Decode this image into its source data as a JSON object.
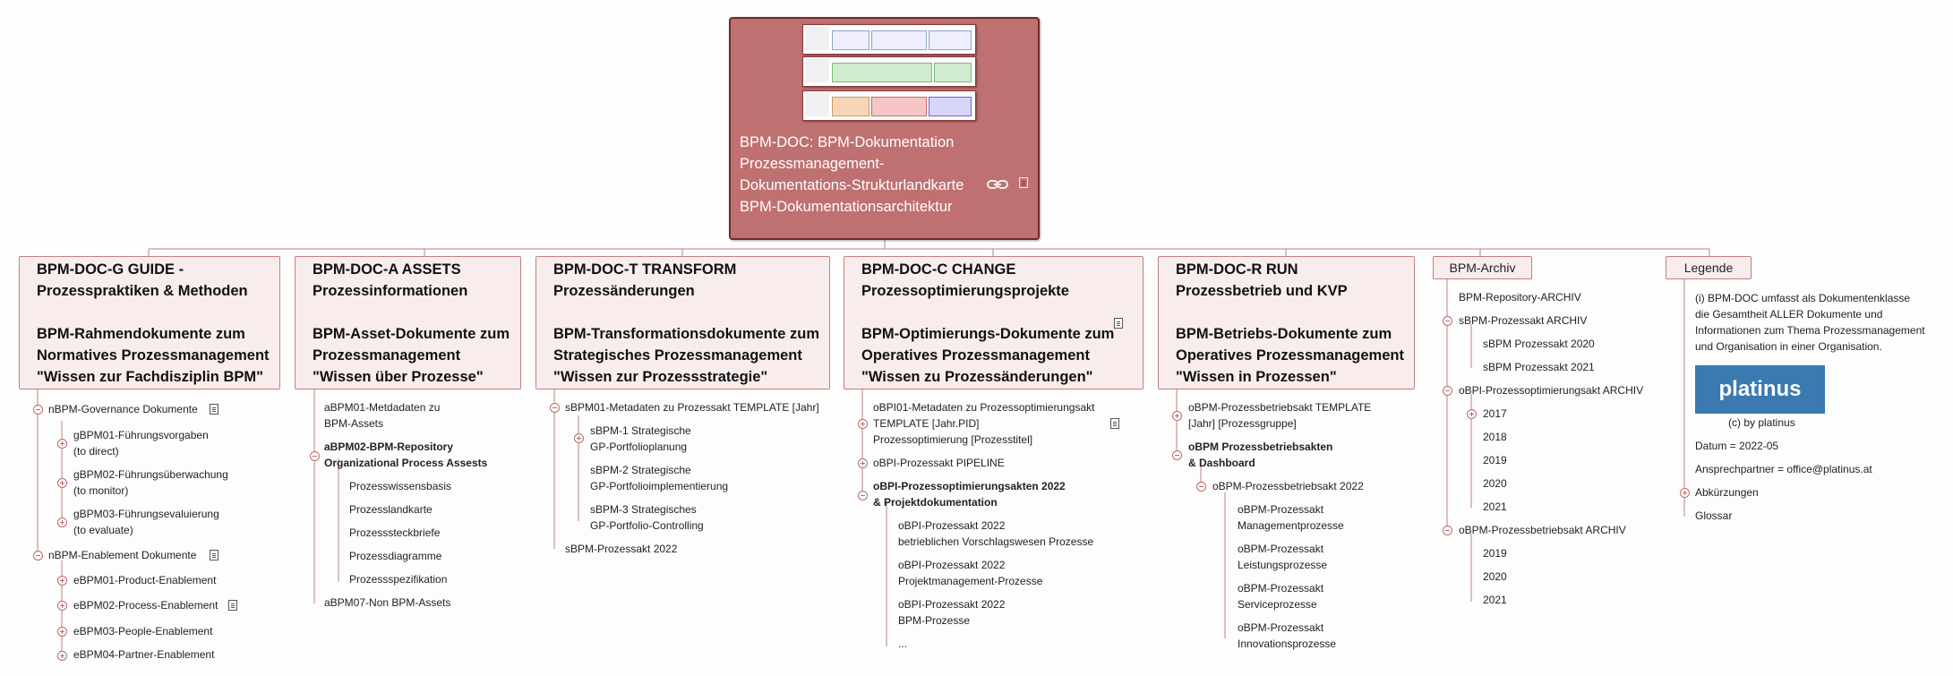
{
  "root": {
    "title_lines": [
      "BPM-DOC: BPM-Dokumentation",
      "Prozessmanagement-",
      "Dokumentations-Strukturlandkarte",
      "BPM-Dokumentationsarchitektur"
    ],
    "icons": [
      "link-icon",
      "note-icon"
    ]
  },
  "columns": {
    "guide": {
      "header": [
        "BPM-DOC-G GUIDE -",
        "Prozesspraktiken & Methoden",
        "",
        "BPM-Rahmendokumente zum",
        "Normatives Prozessmanagement",
        "\"Wissen zur Fachdisziplin BPM\""
      ],
      "items": [
        "nBPM-Governance Dokumente",
        "gBPM01-Führungsvorgaben",
        "(to direct)",
        "gBPM02-Führungsüberwachung",
        "(to monitor)",
        "gBPM03-Führungsevaluierung",
        "(to evaluate)",
        "nBPM-Enablement Dokumente",
        "eBPM01-Product-Enablement",
        "eBPM02-Process-Enablement",
        "eBPM03-People-Enablement",
        "eBPM04-Partner-Enablement"
      ]
    },
    "assets": {
      "header": [
        "BPM-DOC-A ASSETS",
        "Prozessinformationen",
        "",
        "BPM-Asset-Dokumente zum",
        "Prozessmanagement",
        "\"Wissen über Prozesse\""
      ],
      "items": [
        "aBPM01-Metdadaten zu",
        "BPM-Assets",
        "aBPM02-BPM-Repository",
        "Organizational Process Assests",
        "Prozesswissensbasis",
        "Prozesslandkarte",
        "Prozesssteckbriefe",
        "Prozessdiagramme",
        "Prozessspezifikation",
        "aBPM07-Non BPM-Assets"
      ]
    },
    "transform": {
      "header": [
        "BPM-DOC-T TRANSFORM",
        "Prozessänderungen",
        "",
        "BPM-Transformationsdokumente zum",
        "Strategisches Prozessmanagement",
        "\"Wissen zur Prozessstrategie\""
      ],
      "items": [
        "sBPM01-Metadaten zu Prozessakt TEMPLATE [Jahr]",
        "sBPM-1 Strategische",
        "GP-Portfolioplanung",
        "sBPM-2 Strategische",
        "GP-Portfolioimplementierung",
        "sBPM-3 Strategisches",
        "GP-Portfolio-Controlling",
        "sBPM-Prozessakt 2022"
      ]
    },
    "change": {
      "header": [
        "BPM-DOC-C CHANGE",
        "Prozessoptimierungsprojekte",
        "",
        "BPM-Optimierungs-Dokumente zum",
        "Operatives Prozessmanagement",
        "\"Wissen zu Prozessänderungen\""
      ],
      "items": [
        "oBPI01-Metadaten zu Prozessoptimierungsakt",
        "TEMPLATE [Jahr.PID]",
        "Prozessoptimierung [Prozesstitel]",
        "oBPI-Prozessakt PIPELINE",
        "oBPI-Prozessoptimierungsakten 2022",
        "& Projektdokumentation",
        "oBPI-Prozessakt 2022",
        "betrieblichen Vorschlagswesen Prozesse",
        "oBPI-Prozessakt 2022",
        "Projektmanagement-Prozesse",
        "oBPI-Prozessakt 2022",
        "BPM-Prozesse",
        "..."
      ]
    },
    "run": {
      "header": [
        "BPM-DOC-R RUN",
        "Prozessbetrieb und KVP",
        "",
        "BPM-Betriebs-Dokumente zum",
        "Operatives Prozessmanagement",
        "\"Wissen in Prozessen\""
      ],
      "items": [
        "oBPM-Prozessbetriebsakt TEMPLATE",
        "[Jahr] [Prozessgruppe]",
        "oBPM Prozessbetriebsakten",
        "& Dashboard",
        "oBPM-Prozessbetriebsakt 2022",
        "oBPM-Prozessakt",
        "Managementprozesse",
        "oBPM-Prozessakt",
        "Leistungsprozesse",
        "oBPM-Prozessakt",
        "Serviceprozesse",
        "oBPM-Prozessakt",
        "Innovationsprozesse"
      ]
    },
    "archiv": {
      "header": "BPM-Archiv",
      "items": [
        "BPM-Repository-ARCHIV",
        "sBPM-Prozessakt ARCHIV",
        "sBPM Prozessakt 2020",
        "sBPM Prozessakt 2021",
        "oBPI-Prozessoptimierungsakt ARCHIV",
        "2017",
        "2018",
        "2019",
        "2020",
        "2021",
        "oBPM-Prozessbetriebsakt ARCHIV",
        "2019",
        "2020",
        "2021"
      ]
    },
    "legende": {
      "header": "Legende",
      "info_lines": [
        "(i) BPM-DOC umfasst als Dokumentenklasse",
        "die Gesamtheit ALLER Dokumente und",
        "Informationen zum Thema Prozessmanagement",
        "und Organisation in einer Organisation."
      ],
      "logo_text": "platinus",
      "copyright": "(c) by platinus",
      "datum": "Datum = 2022-05",
      "ansprechpartner": "Ansprechpartner = office@platinus.at",
      "abkuerzungen": "Abkürzungen",
      "glossar": "Glossar"
    }
  },
  "colors": {
    "root_fill": "#bf7070",
    "root_border": "#6e2a2a",
    "header_fill": "#f8ecec",
    "line": "#c47f7f",
    "logo_fill": "#3a7ab0"
  }
}
